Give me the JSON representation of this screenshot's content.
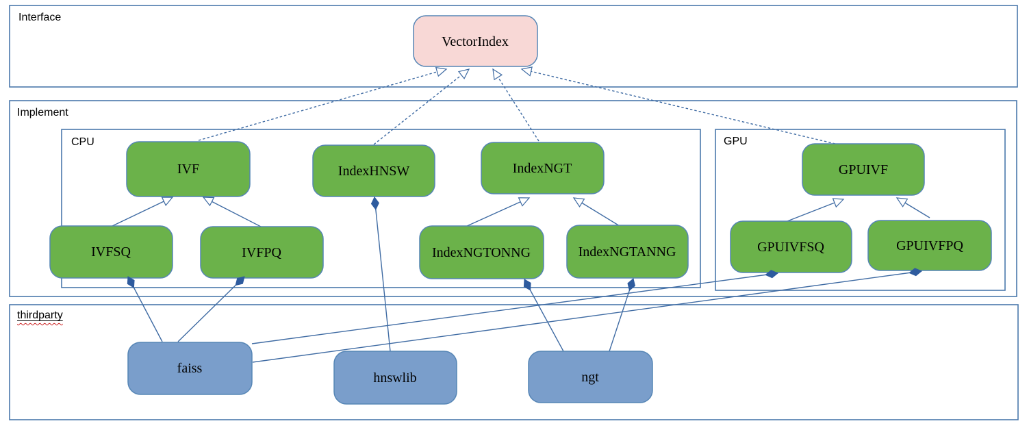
{
  "diagram": {
    "containers": {
      "interface": {
        "label": "Interface"
      },
      "implement": {
        "label": "Implement"
      },
      "cpu": {
        "label": "CPU"
      },
      "gpu": {
        "label": "GPU"
      },
      "thirdparty": {
        "label": "thirdparty"
      }
    },
    "nodes": {
      "vectorindex": {
        "label": "VectorIndex",
        "kind": "interface"
      },
      "ivf": {
        "label": "IVF",
        "kind": "cpu-implementation"
      },
      "indexhnsw": {
        "label": "IndexHNSW",
        "kind": "cpu-implementation"
      },
      "indexngt": {
        "label": "IndexNGT",
        "kind": "cpu-implementation"
      },
      "ivfsq": {
        "label": "IVFSQ",
        "kind": "cpu-implementation"
      },
      "ivfpq": {
        "label": "IVFPQ",
        "kind": "cpu-implementation"
      },
      "indexngtonng": {
        "label": "IndexNGTONNG",
        "kind": "cpu-implementation"
      },
      "indexngtanng": {
        "label": "IndexNGTANNG",
        "kind": "cpu-implementation"
      },
      "gpuivf": {
        "label": "GPUIVF",
        "kind": "gpu-implementation"
      },
      "gpuivfsq": {
        "label": "GPUIVFSQ",
        "kind": "gpu-implementation"
      },
      "gpuivfpq": {
        "label": "GPUIVFPQ",
        "kind": "gpu-implementation"
      },
      "faiss": {
        "label": "faiss",
        "kind": "thirdparty-library"
      },
      "hnswlib": {
        "label": "hnswlib",
        "kind": "thirdparty-library"
      },
      "ngt": {
        "label": "ngt",
        "kind": "thirdparty-library"
      }
    },
    "edges": [
      {
        "from": "ivf",
        "to": "vectorindex",
        "type": "realization-dashed"
      },
      {
        "from": "indexhnsw",
        "to": "vectorindex",
        "type": "realization-dashed"
      },
      {
        "from": "indexngt",
        "to": "vectorindex",
        "type": "realization-dashed"
      },
      {
        "from": "gpuivf",
        "to": "vectorindex",
        "type": "realization-dashed"
      },
      {
        "from": "ivfsq",
        "to": "ivf",
        "type": "inheritance"
      },
      {
        "from": "ivfpq",
        "to": "ivf",
        "type": "inheritance"
      },
      {
        "from": "indexngtonng",
        "to": "indexngt",
        "type": "inheritance"
      },
      {
        "from": "indexngtanng",
        "to": "indexngt",
        "type": "inheritance"
      },
      {
        "from": "gpuivfsq",
        "to": "gpuivf",
        "type": "inheritance"
      },
      {
        "from": "gpuivfpq",
        "to": "gpuivf",
        "type": "inheritance"
      },
      {
        "from": "faiss",
        "to": "ivfsq",
        "type": "composition"
      },
      {
        "from": "faiss",
        "to": "ivfpq",
        "type": "composition"
      },
      {
        "from": "faiss",
        "to": "gpuivfsq",
        "type": "composition"
      },
      {
        "from": "faiss",
        "to": "gpuivfpq",
        "type": "composition"
      },
      {
        "from": "hnswlib",
        "to": "indexhnsw",
        "type": "composition"
      },
      {
        "from": "ngt",
        "to": "indexngtonng",
        "type": "composition"
      },
      {
        "from": "ngt",
        "to": "indexngtanng",
        "type": "composition"
      }
    ],
    "colors": {
      "green": "#6bb24a",
      "blue": "#7a9ecb",
      "pink": "#f8d8d6",
      "line": "#3f6ba3",
      "diamond": "#2e5b9e"
    }
  }
}
